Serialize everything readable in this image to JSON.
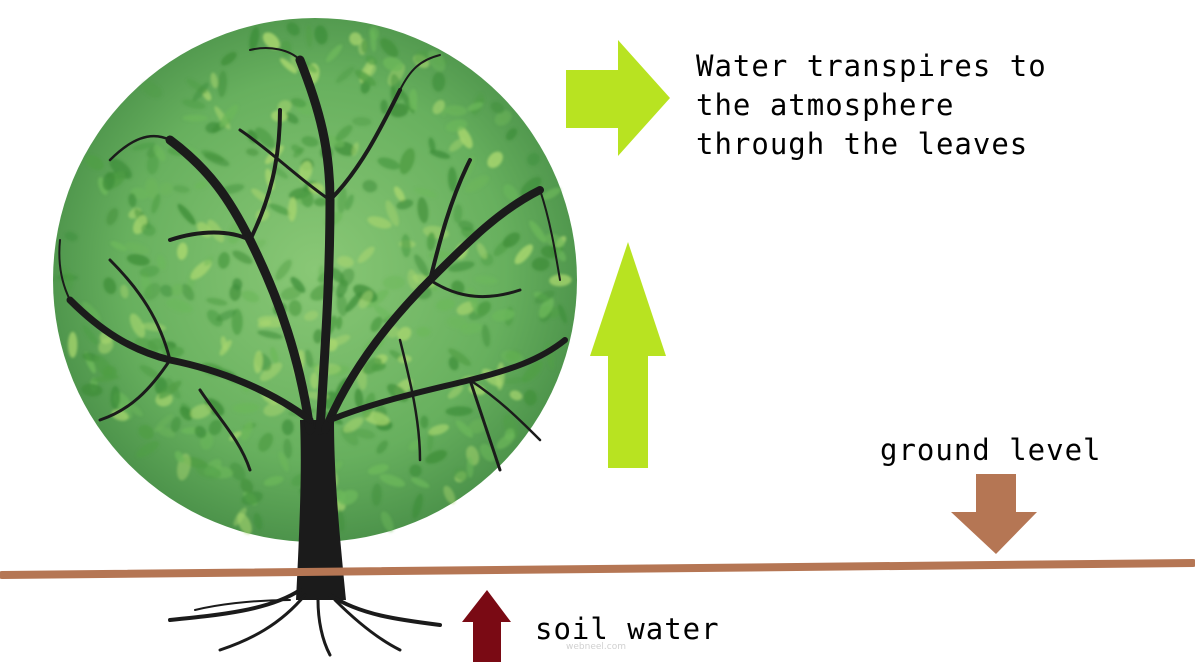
{
  "labels": {
    "transpire": "Water transpires to\nthe atmosphere\nthrough the leaves",
    "ground": "ground level",
    "soil": "soil water"
  },
  "watermark": "webneel.com",
  "colors": {
    "up_arrow": "#b8e321",
    "right_arrow": "#b8e321",
    "ground_line": "#b57654",
    "ground_arrow": "#b57654",
    "soil_arrow": "#7a0a14",
    "foliage_dark": "#3f8f3a",
    "foliage_mid": "#6cb85a",
    "foliage_light": "#a8d66f",
    "bark": "#1b1b1b"
  },
  "icons": {
    "tree": "tree-illustration",
    "up": "arrow-up-icon",
    "right": "arrow-right-icon",
    "down": "arrow-down-icon",
    "soil_up": "arrow-up-icon"
  }
}
